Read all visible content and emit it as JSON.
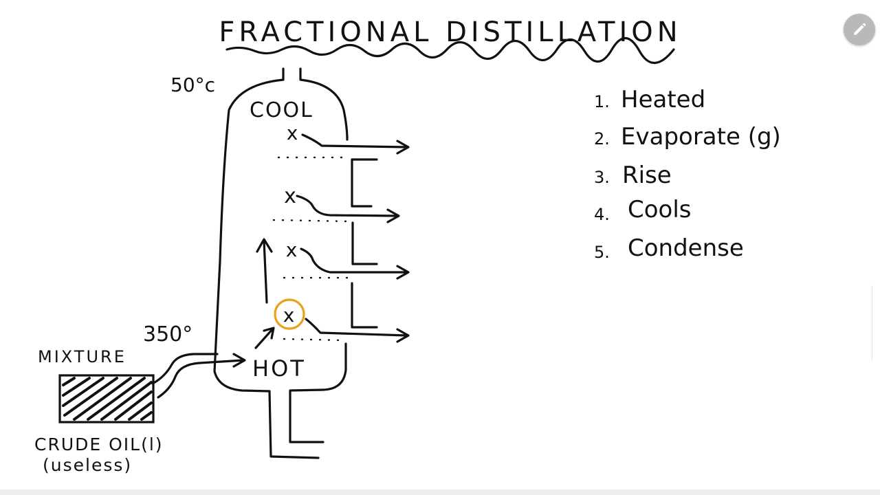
{
  "title": "FRACTIONAL DISTILLATION",
  "labels": {
    "top_temp": "50°c",
    "cool": "COOL",
    "bottom_temp": "350°",
    "hot": "HOT",
    "mixture": "MIXTURE",
    "crude_oil": "CRUDE OIL(l)",
    "useless": "(useless)",
    "fraction_mark": "x"
  },
  "steps": [
    {
      "number": "1.",
      "text": "Heated"
    },
    {
      "number": "2.",
      "text": "Evaporate (g)"
    },
    {
      "number": "3.",
      "text": "Rise"
    },
    {
      "number": "4.",
      "text": "Cools"
    },
    {
      "number": "5.",
      "text": "Condense"
    }
  ],
  "colors": {
    "ink": "#111111",
    "cool_blue": "#1b6fd6",
    "hot_red": "#d5323b",
    "highlight_orange": "#eaa21a",
    "fab_grey": "#b9b9b9"
  },
  "icons": {
    "edit": "pencil-icon"
  }
}
